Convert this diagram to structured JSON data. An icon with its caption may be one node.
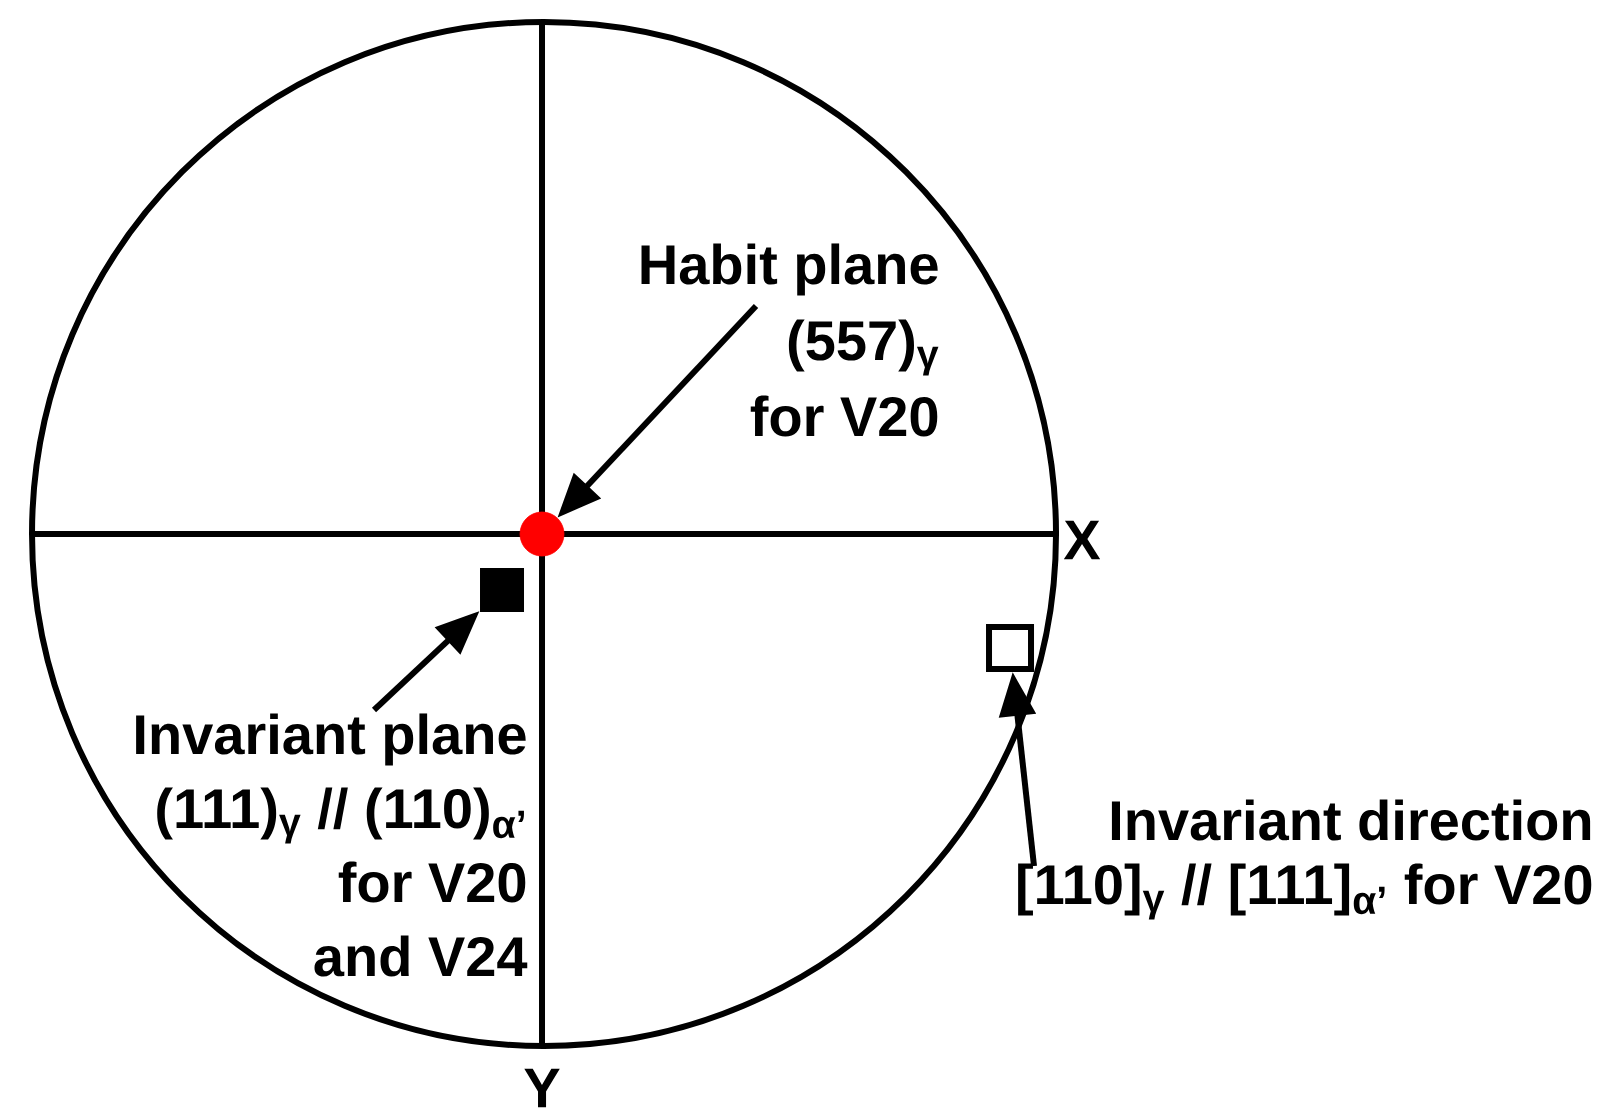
{
  "diagram": {
    "nodes": [
      {
        "text": [
          "Habit plane (557)$_{γ}$ for V20"
        ]
      },
      {
        "text": [],
        "shape": "circle"
      },
      {
        "text": [],
        "shape": "box"
      },
      {
        "text": [
          "Invariant plane (111)$_{γ}$ // (110)$_{α’}$ for V20 and V24"
        ]
      },
      {
        "text": [],
        "shape": "box"
      },
      {
        "text": [
          "Invariant direction [110]$_{γ}$ // [111]$_{α’}$ for V20"
        ]
      }
    ],
    "edges": [
      {
        "from": 0,
        "to": 1,
        "arrow": "to"
      },
      {
        "from": 3,
        "to": 2,
        "arrow": "to"
      },
      {
        "from": 5,
        "to": 4,
        "arrow": "to"
      }
    ],
    "labels": [
      "X",
      "Y"
    ]
  }
}
